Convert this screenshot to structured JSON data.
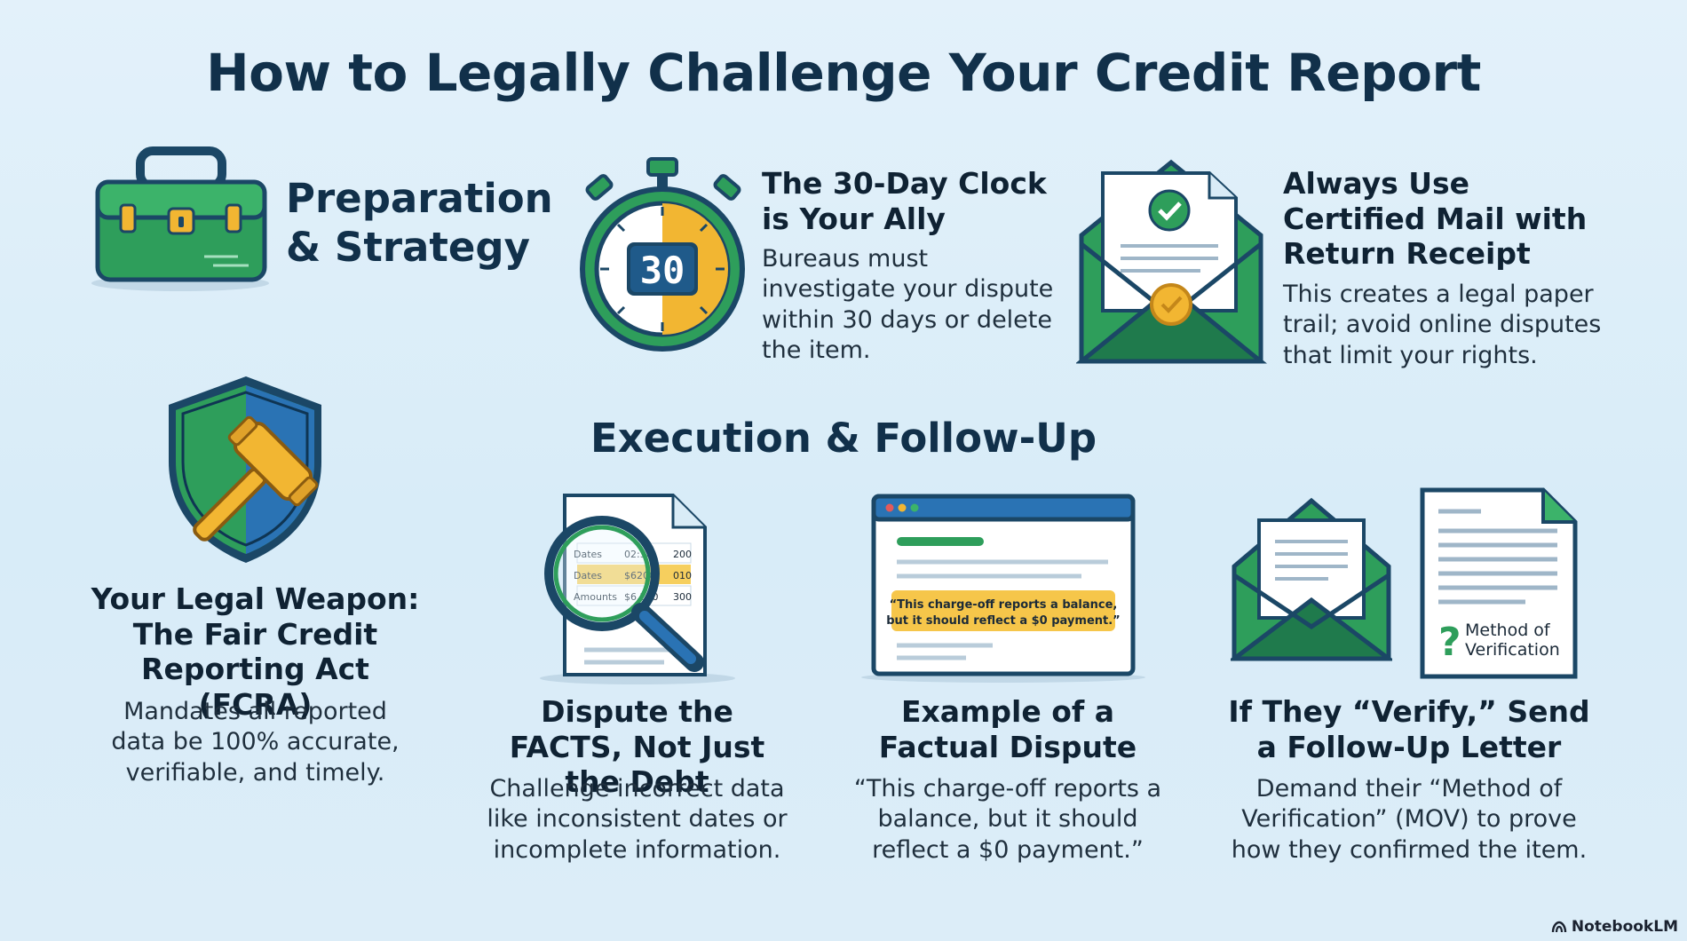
{
  "title": "How to Legally Challenge Your Credit Report",
  "preparation": {
    "heading": "Preparation & Strategy",
    "clock": {
      "badge": "30",
      "title": "The 30-Day Clock is Your Ally",
      "body": "Bureaus must investigate your dispute within 30 days or delete the item."
    },
    "mail": {
      "title": "Always Use Certified Mail with Return Receipt",
      "body": "This creates a legal paper trail; avoid online disputes that limit your rights."
    }
  },
  "fcra": {
    "title": "Your Legal Weapon: The Fair Credit Reporting Act (FCRA)",
    "body": "Mandates all reported data be 100% accurate, verifiable, and timely."
  },
  "execution": {
    "heading": "Execution & Follow-Up",
    "facts": {
      "title": "Dispute the FACTS, Not Just the Debt",
      "body": "Challenge incorrect data like inconsistent dates or incomplete information.",
      "table_rows": [
        {
          "label": "Dates",
          "v1": "02:30",
          "v2": "200"
        },
        {
          "label": "Dates",
          "v1": "$6200",
          "v2": "010"
        },
        {
          "label": "Amounts",
          "v1": "$6,200",
          "v2": "300"
        }
      ]
    },
    "example": {
      "title": "Example of a Factual Dispute",
      "body": "“This charge-off reports a balance, but it should reflect a $0 payment.”",
      "highlight_line1": "“This charge-off reports a balance,",
      "highlight_line2": "but it should reflect a $0 payment.”"
    },
    "followup": {
      "title": "If They “Verify,” Send a Follow-Up Letter",
      "body": "Demand their “Method of Verification” (MOV) to prove how they confirmed the item.",
      "doc_label_line1": "Method of",
      "doc_label_line2": "Verification",
      "question_mark": "?"
    }
  },
  "brand": "NotebookLM",
  "colors": {
    "green": "#2e9e5b",
    "dark_green": "#1f6b46",
    "navy": "#1b4766",
    "gold": "#f2b632",
    "background": "#dcedf8"
  }
}
